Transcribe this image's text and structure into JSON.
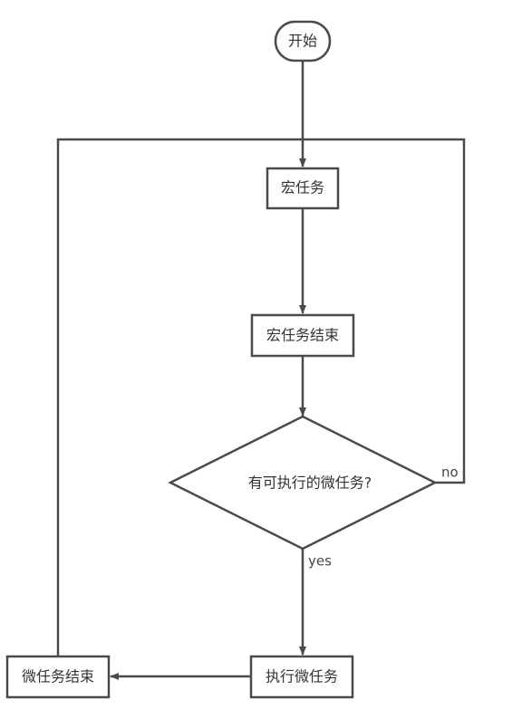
{
  "diagram": {
    "nodes": {
      "start": {
        "label": "开始",
        "shape": "terminator"
      },
      "macro_task": {
        "label": "宏任务",
        "shape": "process"
      },
      "macro_task_end": {
        "label": "宏任务结束",
        "shape": "process"
      },
      "decision": {
        "label": "有可执行的微任务?",
        "shape": "decision"
      },
      "exec_micro": {
        "label": "执行微任务",
        "shape": "process"
      },
      "micro_task_end": {
        "label": "微任务结束",
        "shape": "process"
      }
    },
    "edges": {
      "no_label": "no",
      "yes_label": "yes"
    },
    "colors": {
      "stroke": "#4a4a4a",
      "text": "#333333",
      "background": "#ffffff"
    }
  }
}
